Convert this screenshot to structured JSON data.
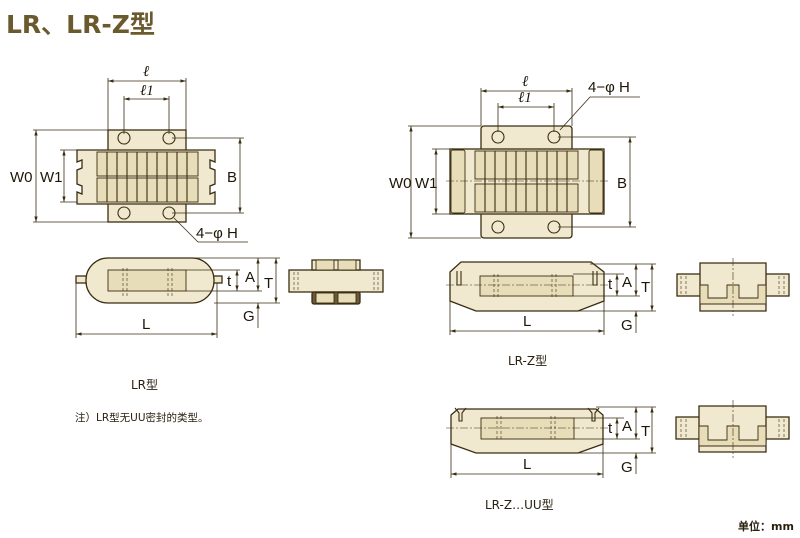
{
  "title": "LR、LR-Z型",
  "labels": {
    "l": "ℓ",
    "l1": "ℓ1",
    "W0": "W0",
    "W1": "W1",
    "B": "B",
    "holes": "4−φ H",
    "t": "t",
    "A": "A",
    "T": "T",
    "G": "G",
    "L": "L"
  },
  "captions": {
    "lr": "LR型",
    "lrz": "LR-Z型",
    "lrz_uu": "LR-Z…UU型"
  },
  "note": "注）LR型无UU密封的类型。",
  "unit": "单位：mm",
  "colors": {
    "title": "#6b5a2e",
    "line": "#3b2d12",
    "fill": "#f1e9cf"
  }
}
